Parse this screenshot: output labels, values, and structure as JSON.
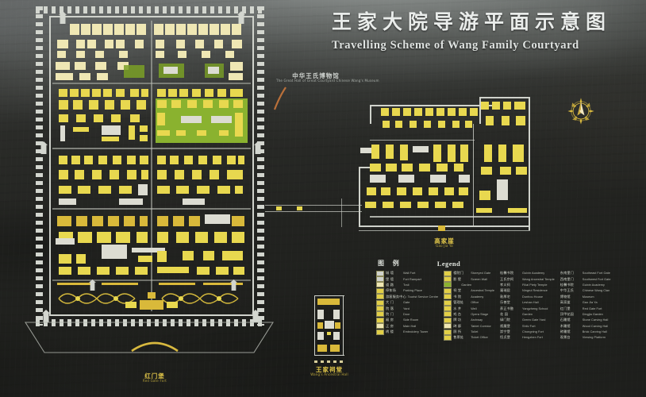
{
  "board": {
    "background_color": "#232421",
    "building_color": "#e8d84f",
    "wall_color": "#cfd2cb",
    "garden_color": "#8ab22f",
    "label_color": "#e3c84a"
  },
  "title": {
    "chinese": "王家大院导游平面示意图",
    "english": "Travelling Scheme of Wang Family Courtyard"
  },
  "compass": {
    "icon": "compass-rose-icon",
    "color": "#d8b93f"
  },
  "map_labels": [
    {
      "id": "museum",
      "chinese": "中华王氏博物馆",
      "english": "The Great Hall of Great Courtyard Chinese Wang's Museum"
    },
    {
      "id": "gaojiaya",
      "chinese": "高家崖",
      "english": "Gao Jia Ya"
    },
    {
      "id": "hongmenbao",
      "chinese": "红门堡",
      "english": "Red Gate Fort"
    },
    {
      "id": "ancestral-hall",
      "chinese": "王家祠堂",
      "english": "Wang's Ancestral Hall"
    }
  ],
  "legend": {
    "header_chinese": "图 例",
    "header_english": "Legend",
    "columns": [
      {
        "id": "col-1",
        "swatches": true,
        "items": [
          {
            "chinese": "城 墙",
            "english": "Wall Fort",
            "swatch": "grey"
          },
          {
            "chinese": "堡 墙",
            "english": "Fort Rampart",
            "swatch": "grey"
          },
          {
            "chinese": "道 路",
            "english": "Trail",
            "swatch": "cream"
          },
          {
            "chinese": "停车场",
            "english": "Parking Place",
            "swatch": "yellow"
          },
          {
            "chinese": "游客服务中心",
            "english": "Tourist Service Centre",
            "swatch": "yellow"
          },
          {
            "chinese": "大 门",
            "english": "Gate",
            "swatch": "yellow"
          },
          {
            "chinese": "院 落",
            "english": "Yard",
            "swatch": "yellow"
          },
          {
            "chinese": "院 门",
            "english": "Door",
            "swatch": "yellow"
          },
          {
            "chinese": "厢 房",
            "english": "Side Room",
            "swatch": "yellow"
          },
          {
            "chinese": "正 房",
            "english": "Main Hall",
            "swatch": "cream"
          },
          {
            "chinese": "绣 楼",
            "english": "Embroidery Tower",
            "swatch": "yellow"
          }
        ]
      },
      {
        "id": "col-2",
        "swatches": true,
        "items": [
          {
            "chinese": "楼院门",
            "english": "Storeyed Gate",
            "swatch": "yellow"
          },
          {
            "chinese": "影 壁",
            "english": "Screen Wall",
            "swatch": "yellow"
          },
          {
            "chinese": "花园",
            "english": "Garden",
            "swatch": "green"
          },
          {
            "chinese": "祠 堂",
            "english": "Ancestral Temple",
            "swatch": "yellow"
          },
          {
            "chinese": "书 院",
            "english": "Academy",
            "swatch": "yellow"
          },
          {
            "chinese": "管理处",
            "english": "Office",
            "swatch": "yellow"
          },
          {
            "chinese": "水 井",
            "english": "Well",
            "swatch": "yellow"
          },
          {
            "chinese": "戏 台",
            "english": "Opera Stage",
            "swatch": "yellow"
          },
          {
            "chinese": "牌 坊",
            "english": "Archway",
            "swatch": "yellow"
          },
          {
            "chinese": "碑 廊",
            "english": "Tablet Corridor",
            "swatch": "cream"
          },
          {
            "chinese": "厕 所",
            "english": "Toilet",
            "swatch": "yellow"
          },
          {
            "chinese": "售票处",
            "english": "Ticket Office",
            "swatch": "yellow"
          }
        ]
      },
      {
        "id": "col-3",
        "swatches": false,
        "items": [
          {
            "chinese": "桂馨书院",
            "english": "Guixin Academy"
          },
          {
            "chinese": "王氏宗祠",
            "english": "Wang Ancestral Temple"
          },
          {
            "chinese": "孝义祠",
            "english": "Filial Piety Temple"
          },
          {
            "chinese": "凝瑞居",
            "english": "Ningrui Residence"
          },
          {
            "chinese": "敦厚宅",
            "english": "Dunhou House"
          },
          {
            "chinese": "乐善堂",
            "english": "Leshan Hall"
          },
          {
            "chinese": "养正书塾",
            "english": "Yangzheng School"
          },
          {
            "chinese": "花 园",
            "english": "Garden"
          },
          {
            "chinese": "绿门院",
            "english": "Green Gate Yard"
          },
          {
            "chinese": "视履堡",
            "english": "Shilv Fort"
          },
          {
            "chinese": "崇宁堡",
            "english": "Chongning Fort"
          },
          {
            "chinese": "恒贞堡",
            "english": "Hengzhen Fort"
          }
        ]
      },
      {
        "id": "col-4",
        "swatches": false,
        "items": [
          {
            "chinese": "东南堡门",
            "english": "Southeast Fort Gate"
          },
          {
            "chinese": "西南堡门",
            "english": "Southwest Fort Gate"
          },
          {
            "chinese": "桂馨书院",
            "english": "Guixin Academy"
          },
          {
            "chinese": "中华王氏",
            "english": "Chinese Wang Clan"
          },
          {
            "chinese": "博物馆",
            "english": "Museum"
          },
          {
            "chinese": "高家崖",
            "english": "Gao Jia Ya"
          },
          {
            "chinese": "红门堡",
            "english": "Red Gate Fort"
          },
          {
            "chinese": "顶甲花园",
            "english": "Dingjia Garden"
          },
          {
            "chinese": "石雕馆",
            "english": "Stone Carving Hall"
          },
          {
            "chinese": "木雕馆",
            "english": "Wood Carving Hall"
          },
          {
            "chinese": "砖雕馆",
            "english": "Brick Carving Hall"
          },
          {
            "chinese": "观景台",
            "english": "Viewing Platform"
          }
        ]
      }
    ]
  }
}
